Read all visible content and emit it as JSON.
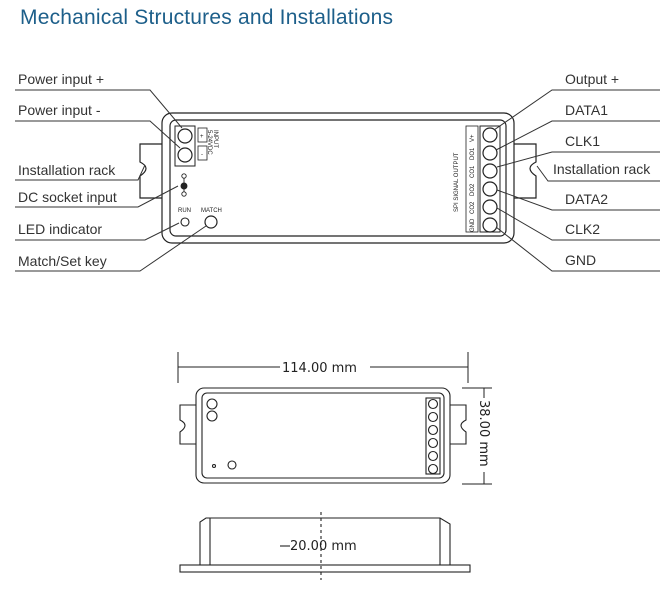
{
  "title": "Mechanical Structures and Installations",
  "labels_left": {
    "power_plus": "Power input +",
    "power_minus": "Power input -",
    "installation_rack": "Installation rack",
    "dc_socket": "DC socket input",
    "led_indicator": "LED indicator",
    "match_key": "Match/Set key"
  },
  "labels_right": {
    "output_plus": "Output +",
    "data1": "DATA1",
    "clk1": "CLK1",
    "installation_rack": "Installation rack",
    "data2": "DATA2",
    "clk2": "CLK2",
    "gnd": "GND"
  },
  "device": {
    "input_label": "INPUT",
    "input_voltage": "5-24VDC",
    "plus": "+",
    "minus": "-",
    "run": "RUN",
    "match": "MATCH",
    "output_label": "SPI SIGNAL OUTPUT",
    "terminals": [
      "V+",
      "DO1",
      "CO1",
      "DO2",
      "CO2",
      "GND"
    ]
  },
  "dimensions": {
    "length": "114.00 mm",
    "width": "38.00 mm",
    "height": "20.00 mm"
  }
}
